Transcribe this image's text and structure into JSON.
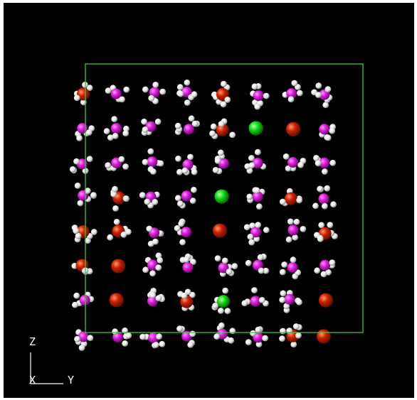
{
  "axes": {
    "z_label": "Z",
    "x_label": "X",
    "y_label": "Y"
  },
  "colors": {
    "background": "#000000",
    "cell_box": "#33cc33",
    "axis": "#ffffff",
    "magenta_atom": "#e020e0",
    "red_atom": "#d02000",
    "green_atom": "#10e010",
    "hydrogen": "#eeeeee"
  },
  "scene": {
    "grid_rows": 8,
    "grid_cols": 8,
    "central_atoms": [
      [
        "red",
        "magenta",
        "magenta",
        "magenta",
        "red",
        "magenta",
        "magenta",
        "magenta"
      ],
      [
        "magenta",
        "magenta",
        "magenta",
        "magenta",
        "red",
        "green",
        "red",
        "magenta"
      ],
      [
        "magenta",
        "magenta",
        "magenta",
        "magenta",
        "magenta",
        "magenta",
        "magenta",
        "magenta"
      ],
      [
        "magenta",
        "red",
        "magenta",
        "magenta",
        "green",
        "magenta",
        "red",
        "magenta"
      ],
      [
        "red",
        "red",
        "magenta",
        "magenta",
        "red",
        "magenta",
        "magenta",
        "red"
      ],
      [
        "red",
        "red",
        "magenta",
        "magenta",
        "magenta",
        "magenta",
        "magenta",
        "magenta"
      ],
      [
        "magenta",
        "red",
        "magenta",
        "red",
        "green",
        "magenta",
        "magenta",
        "red"
      ],
      [
        "magenta",
        "magenta",
        "magenta",
        "magenta",
        "magenta",
        "magenta",
        "red",
        "red"
      ]
    ],
    "bare_ions": [
      [
        1,
        5
      ],
      [
        1,
        6
      ],
      [
        3,
        4
      ],
      [
        4,
        4
      ],
      [
        5,
        1
      ],
      [
        6,
        1
      ],
      [
        6,
        7
      ],
      [
        7,
        7
      ]
    ]
  }
}
